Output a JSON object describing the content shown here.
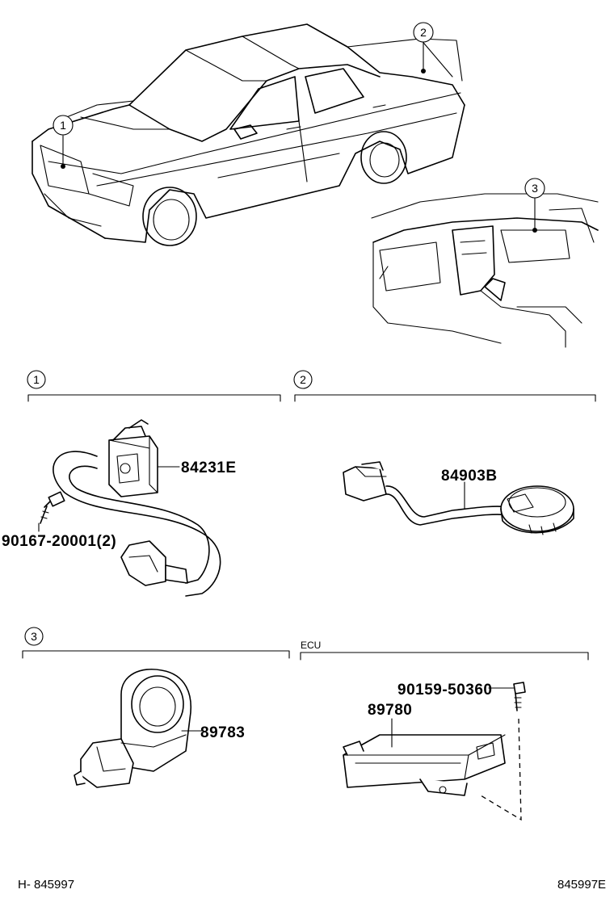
{
  "callouts": {
    "c1": "1",
    "c2": "2",
    "c3": "3"
  },
  "sections": {
    "s1": "1",
    "s2": "2",
    "s3": "3",
    "ecu": "ECU"
  },
  "parts": {
    "p84231e": "84231E",
    "p90167": "90167-20001(2)",
    "p84903b": "84903B",
    "p89783": "89783",
    "p90159": "90159-50360",
    "p89780": "89780"
  },
  "footer": {
    "left": "H- 845997",
    "right": "845997E"
  }
}
